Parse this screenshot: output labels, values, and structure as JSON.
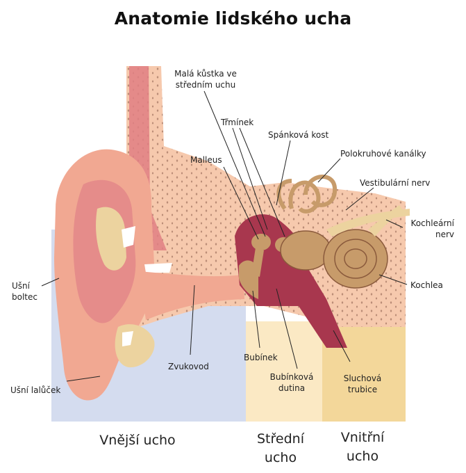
{
  "title": "Anatomie lidského ucha",
  "labels": {
    "mala_kustka": "Malá kůstka ve\nstředním uchu",
    "trminek": "Třmínek",
    "spankova_kost": "Spánková kost",
    "malleus": "Malleus",
    "polokruhove": "Polokruhové kanálky",
    "vestibularni": "Vestibulární nerv",
    "kochlearni": "Kochleární\nnerv",
    "kochlea": "Kochlea",
    "usni_boltec": "Ušní\nboltec",
    "zvukovod": "Zvukovod",
    "bubinek": "Bubínek",
    "bubinkova_dutina": "Bubínková\ndutina",
    "sluchova_trubice": "Sluchová\ntrubice",
    "usni_lalucek": "Ušní lalůček"
  },
  "regions": {
    "vnejsi": "Vnější ucho",
    "stredni": "Střední\nucho",
    "vnitrni": "Vnitřní\nucho"
  },
  "colors": {
    "outer_bg": "#d4dcef",
    "middle_bg": "#fbe9c4",
    "inner_bg": "#f3d79a",
    "bone": "#f6c9ad",
    "skin": "#f1a892",
    "cartilage": "#ecd39f",
    "cavity": "#a8374e",
    "ossicle": "#c79b6a"
  }
}
